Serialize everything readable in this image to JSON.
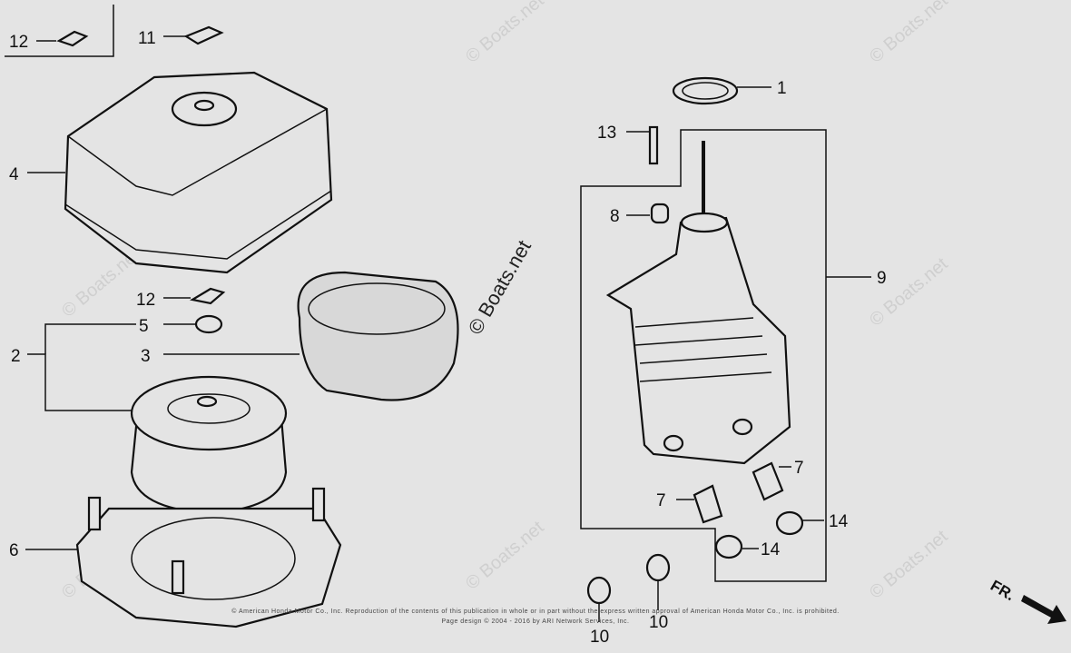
{
  "watermark": "© Boats.net",
  "callouts": [
    "1",
    "2",
    "3",
    "4",
    "5",
    "6",
    "7",
    "8",
    "9",
    "10",
    "11",
    "12",
    "13",
    "14"
  ],
  "front_indicator": "FR.",
  "copyright_line1": "© American Honda Motor Co., Inc. Reproduction of the contents of this publication in whole or in part without the express written approval of American Honda Motor Co., Inc. is prohibited.",
  "copyright_line2": "Page design © 2004 - 2016 by ARI Network Services, Inc."
}
